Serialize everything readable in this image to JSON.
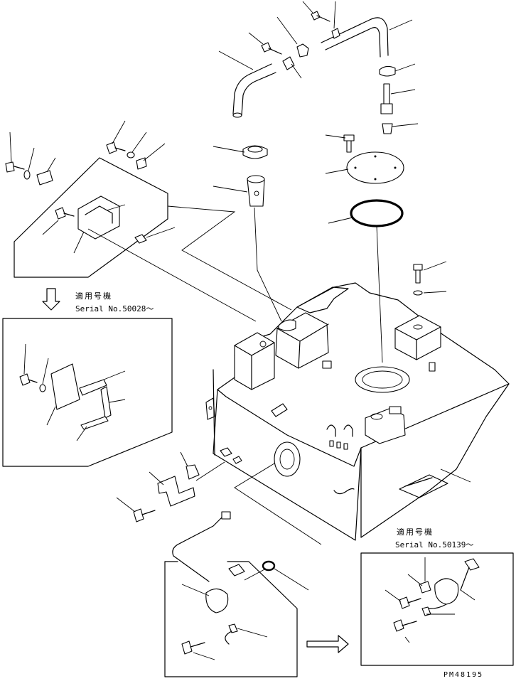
{
  "notes": [
    {
      "id": "serial-note-1",
      "applicable": "適用号機",
      "serial": "Serial No.50028～"
    },
    {
      "id": "serial-note-2",
      "applicable": "適用号機",
      "serial": "Serial No.50139～"
    }
  ],
  "drawing_code": "PM48195",
  "icons": {
    "arrow_down": "down-arrow-icon",
    "arrow_right": "right-arrow-icon"
  },
  "colors": {
    "ink": "#000000",
    "paper": "#ffffff"
  }
}
